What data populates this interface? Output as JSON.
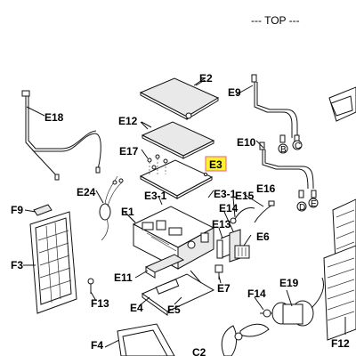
{
  "header": {
    "top_label": "--- TOP ---"
  },
  "highlight": {
    "label": "E3",
    "fill": "#fff12a",
    "border": "#e97a86"
  },
  "labels": {
    "E2": "E2",
    "E9": "E9",
    "E18": "E18",
    "E12": "E12",
    "E17": "E17",
    "E10": "E10",
    "E24": "E24",
    "E3_1_left": "E3-1",
    "E3_1_right": "E3-1",
    "E15": "E15",
    "E16": "E16",
    "E14": "E14",
    "F9": "F9",
    "E1": "E1",
    "E13": "E13",
    "E6": "E6",
    "F3": "F3",
    "E11": "E11",
    "E7": "E7",
    "F14": "F14",
    "E19": "E19",
    "F13": "F13",
    "E4": "E4",
    "E5": "E5",
    "F4": "F4",
    "C2": "C2",
    "F12": "F12"
  },
  "connectors": {
    "B": "B",
    "C": "C",
    "D": "D",
    "E": "E"
  }
}
